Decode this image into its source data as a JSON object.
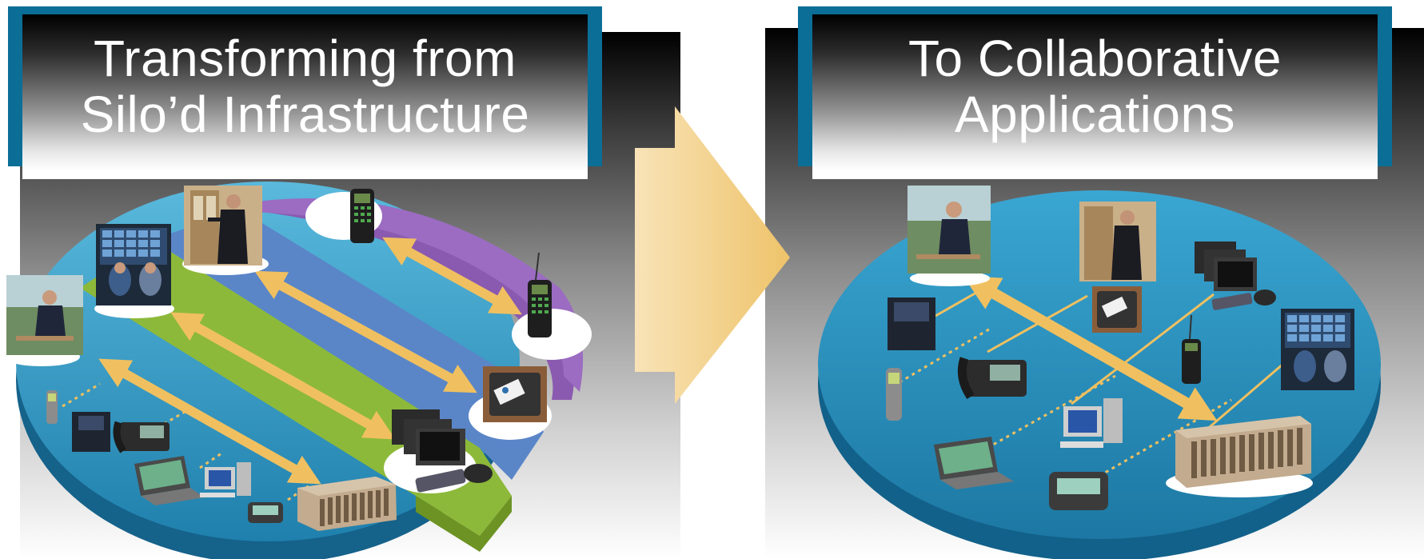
{
  "left_panel": {
    "title_line1": "Transforming from",
    "title_line2": "Silo’d Infrastructure"
  },
  "right_panel": {
    "title_line1": "To Collaborative",
    "title_line2": "Applications"
  },
  "colors": {
    "banner_frame": "#0b6e97",
    "disc_blue": "#2f9bc8",
    "silo_green": "#8db93a",
    "silo_blue": "#5a86c8",
    "silo_purple": "#8a5ab0",
    "arrow_gold": "#f0c060",
    "transition_arrow": "#f3d79a"
  }
}
